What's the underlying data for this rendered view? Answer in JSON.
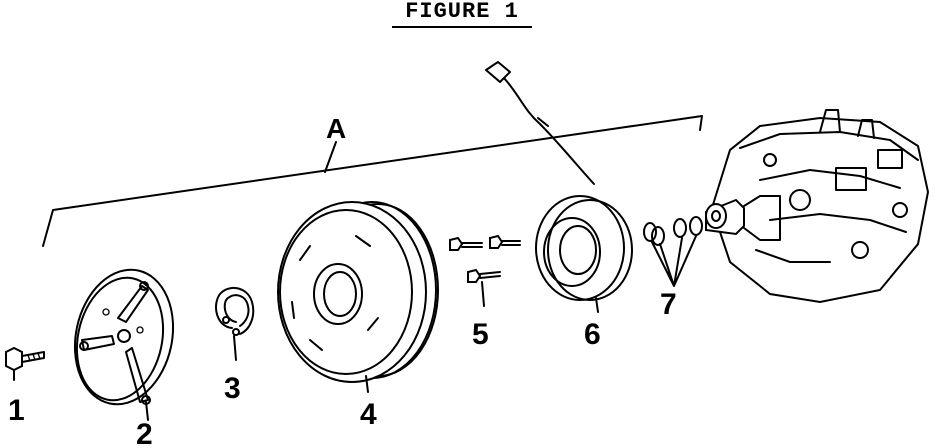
{
  "figure": {
    "title": "FIGURE 1",
    "group_label": "A",
    "parts": [
      {
        "label": "1",
        "icon": "bolt-icon"
      },
      {
        "label": "2",
        "icon": "clutch-plate-icon"
      },
      {
        "label": "3",
        "icon": "snap-ring-icon"
      },
      {
        "label": "4",
        "icon": "pulley-icon"
      },
      {
        "label": "5",
        "icon": "screws-icon"
      },
      {
        "label": "6",
        "icon": "field-coil-icon"
      },
      {
        "label": "7",
        "icon": "shims-icon"
      }
    ]
  }
}
